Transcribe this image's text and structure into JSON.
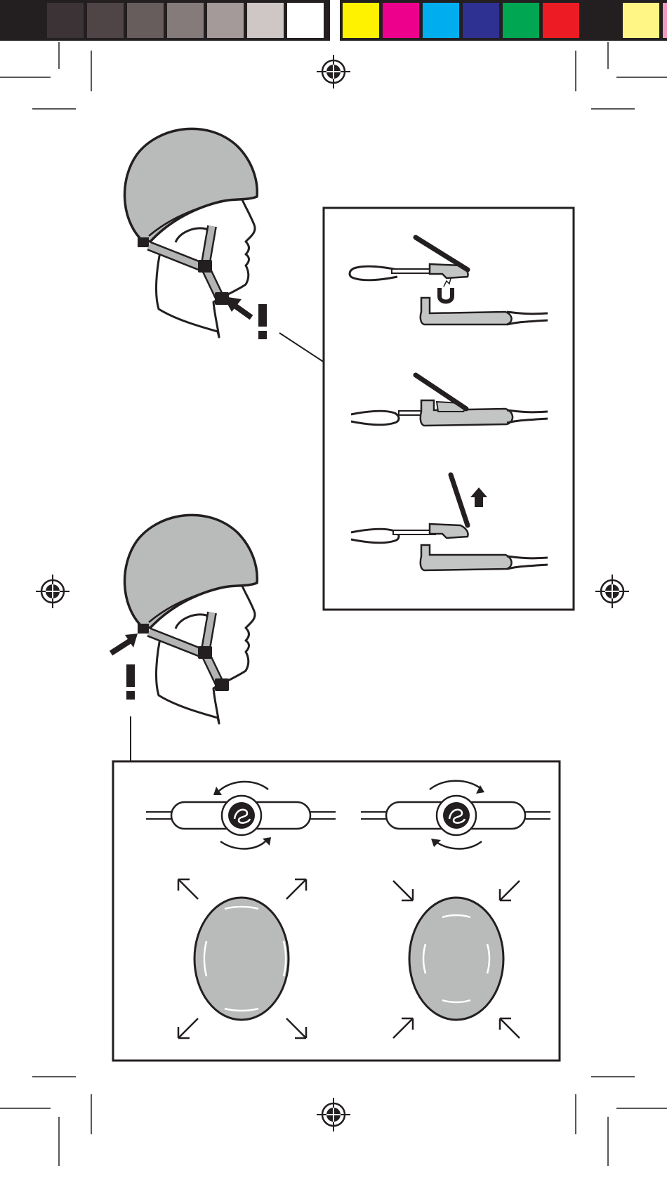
{
  "color_bar": {
    "grays": [
      "#231f20",
      "#3b3335",
      "#4f4546",
      "#675d5d",
      "#857b7a",
      "#a39a99",
      "#cfc7c6",
      "#ffffff"
    ],
    "colors": [
      "#fff200",
      "#ec008c",
      "#00aeef",
      "#2e3192",
      "#00a651",
      "#ed1c24",
      "#231f20",
      "#fff685",
      "#f49ac1"
    ]
  },
  "palette": {
    "helmet_gray": "#b9bbbb",
    "strap_gray": "#b3b5b5",
    "buckle_gray": "#c3c5c5",
    "ink": "#231f20"
  },
  "steps": [
    {
      "id": "chin-buckle",
      "warning_symbol": "!",
      "panel": [
        "magnetic-buckle-separated",
        "magnetic-buckle-closed",
        "magnetic-buckle-released"
      ]
    },
    {
      "id": "rear-dial",
      "warning_symbol": "!",
      "panel": [
        "dial-tighten",
        "dial-loosen",
        "fit-expand",
        "fit-contract"
      ]
    }
  ],
  "icons": [
    "registration-mark-icon",
    "magnet-icon",
    "up-arrow-icon",
    "rotate-arrow-icon",
    "dial-logo-icon",
    "expand-arrow-icon",
    "contract-arrow-icon"
  ]
}
